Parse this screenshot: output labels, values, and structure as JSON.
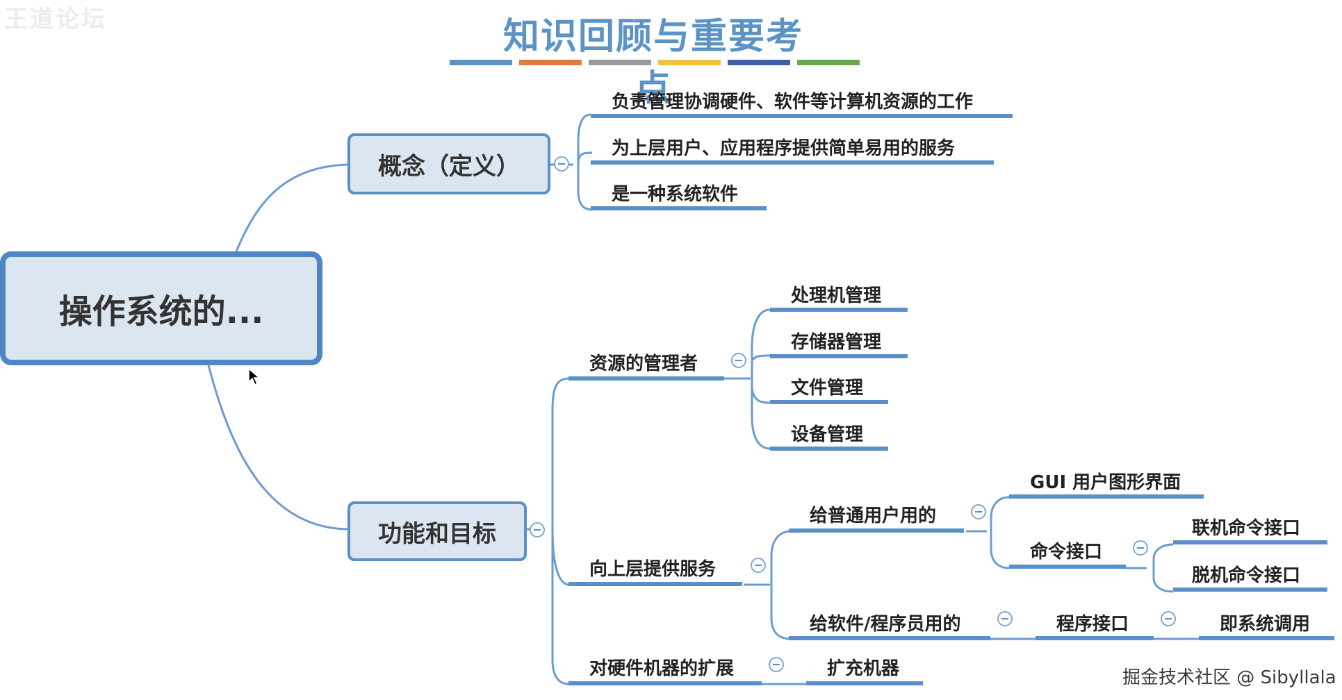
{
  "title": "知识回顾与重要考点",
  "title_bar_colors": [
    "#5b93c4",
    "#e07b3f",
    "#9a9a9a",
    "#f0c040",
    "#3e5fa8",
    "#6aa84f"
  ],
  "watermark_top_left": "王道论坛",
  "credit": "掘金技术社区 @ Sibyllala",
  "mindmap": {
    "root": "操作系统的...",
    "concept": {
      "label": "概念（定义）",
      "items": [
        "负责管理协调硬件、软件等计算机资源的工作",
        "为上层用户、应用程序提供简单易用的服务",
        "是一种系统软件"
      ]
    },
    "functions": {
      "label": "功能和目标",
      "resource_manager": {
        "label": "资源的管理者",
        "items": [
          "处理机管理",
          "存储器管理",
          "文件管理",
          "设备管理"
        ]
      },
      "services": {
        "label": "向上层提供服务",
        "for_users": {
          "label": "给普通用户用的",
          "gui": "GUI 用户图形界面",
          "command": {
            "label": "命令接口",
            "items": [
              "联机命令接口",
              "脱机命令接口"
            ]
          }
        },
        "for_programmers": {
          "label": "给软件/程序员用的",
          "program_interface": "程序接口",
          "system_call": "即系统调用"
        }
      },
      "hardware_extension": {
        "label": "对硬件机器的扩展",
        "item": "扩充机器"
      }
    }
  }
}
